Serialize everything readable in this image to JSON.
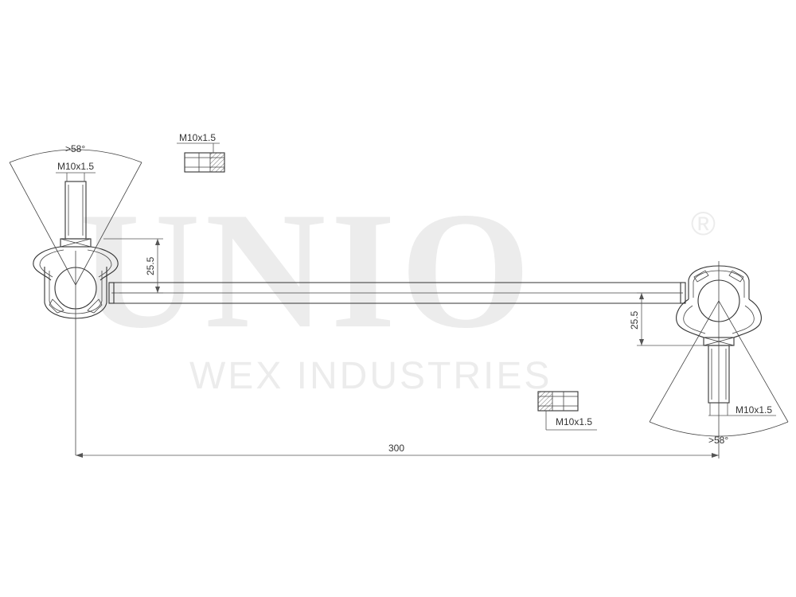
{
  "watermark": {
    "brand": "UNIO",
    "registered": "®",
    "company": "WEX INDUSTRIES"
  },
  "dimensions": {
    "left_angle": ">58°",
    "left_thread": "M10x1.5",
    "left_offset": "25.5",
    "nut_top_thread": "M10x1.5",
    "nut_bottom_thread": "M10x1.5",
    "right_offset": "25.5",
    "right_thread": "M10x1.5",
    "right_angle": ">58°",
    "overall_length": "300"
  },
  "colors": {
    "line": "#333333",
    "watermark": "#ececec"
  }
}
